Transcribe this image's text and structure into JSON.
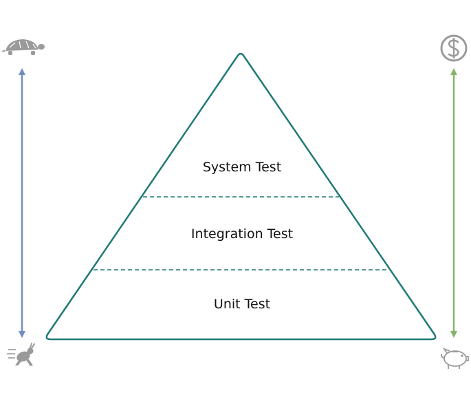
{
  "pyramid": {
    "layers": [
      {
        "id": "system",
        "label": "System Test"
      },
      {
        "id": "integration",
        "label": "Integration Test"
      },
      {
        "id": "unit",
        "label": "Unit Test"
      }
    ],
    "outline_color": "#1f7a74",
    "divider_style": "dashed"
  },
  "left_scale": {
    "top_icon": "turtle-icon",
    "bottom_icon": "running-rabbit-icon",
    "arrow_color": "#6f8fc0"
  },
  "right_scale": {
    "top_icon": "dollar-coin-icon",
    "bottom_icon": "piggy-bank-icon",
    "arrow_color": "#86b36a"
  },
  "icon_color": "#9a9a9a"
}
